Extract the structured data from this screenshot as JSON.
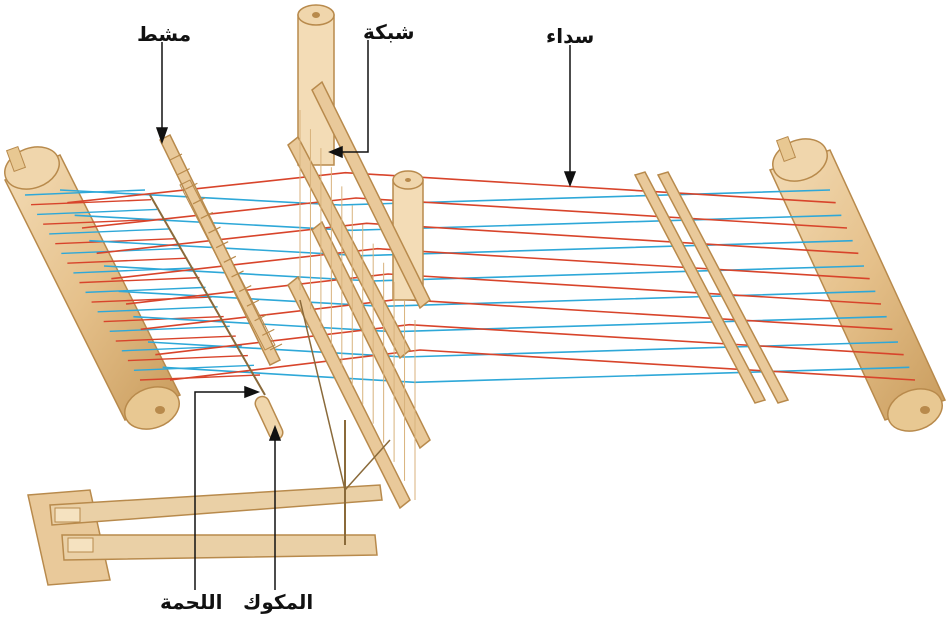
{
  "labels": {
    "comb": "مشط",
    "heddle_mesh": "شبكة",
    "warp": "سداء",
    "weft": "اللحمة",
    "shuttle": "المكوك"
  },
  "colors": {
    "wood": "#e9c99a",
    "wood_dark": "#b88a4c",
    "warp_blue": "#2ea8d8",
    "warp_red": "#d8442b",
    "weft_thread": "#8a6a3a"
  }
}
